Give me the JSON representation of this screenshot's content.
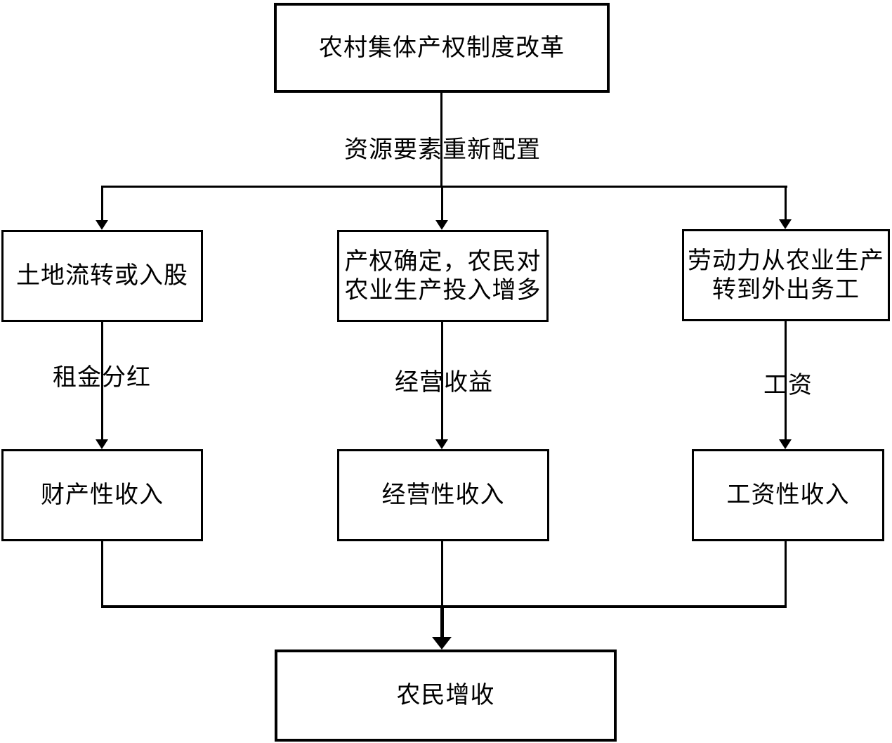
{
  "colors": {
    "line": "#000000",
    "text": "#000000",
    "background": "#ffffff"
  },
  "root": {
    "label": "农村集体产权制度改革"
  },
  "root_edge_label": "资源要素重新配置",
  "columns": {
    "left": {
      "top_box": "土地流转或入股",
      "edge_label": "租金分红",
      "income_box": "财产性收入"
    },
    "middle": {
      "top_box_line1": "产权确定，农民对",
      "top_box_line2": "农业生产投入增多",
      "edge_label": "经营收益",
      "income_box": "经营性收入"
    },
    "right": {
      "top_box_line1": "劳动力从农业生产",
      "top_box_line2": "转到外出务工",
      "edge_label": "工资",
      "income_box": "工资性收入"
    }
  },
  "bottom": {
    "label": "农民增收"
  }
}
